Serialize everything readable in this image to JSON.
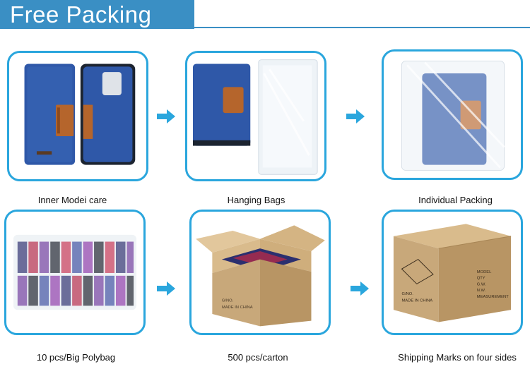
{
  "header": {
    "title": "Free Packing"
  },
  "steps": [
    {
      "caption": "Inner Modei care"
    },
    {
      "caption": "Hanging Bags"
    },
    {
      "caption": "Individual Packing"
    },
    {
      "caption": "10 pcs/Big Polybag"
    },
    {
      "caption": "500 pcs/carton"
    },
    {
      "caption": "Shipping Marks on four sides"
    }
  ],
  "box_marks": {
    "carton_model": "G/NO.",
    "carton_origin": "MADE IN CHINA",
    "side_lines": [
      "MODEL",
      "QTY",
      "G.W.",
      "N.W.",
      "MEASUREMENT"
    ],
    "side_origin": "MADE IN CHINA"
  },
  "colors": {
    "accent": "#2aa6dd",
    "banner": "#3a8fc4",
    "denim": "#2f58a8",
    "leather": "#b5652c",
    "cardboard": "#c8a87a"
  }
}
